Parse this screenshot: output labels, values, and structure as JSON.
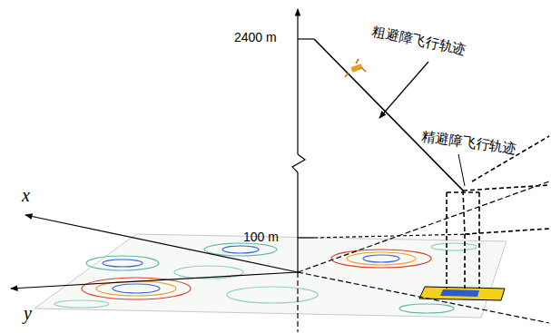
{
  "diagram": {
    "labels": [
      "2400 m",
      "100 m",
      "粗避障飞行轨迹",
      "精避障飞行轨迹",
      "x",
      "y"
    ]
  }
}
